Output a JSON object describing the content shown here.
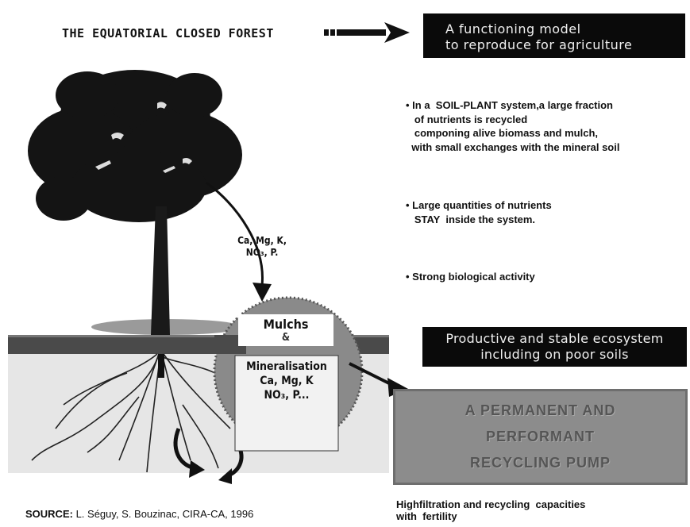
{
  "title": "THE EQUATORIAL CLOSED FOREST",
  "model_box": {
    "line1": "A functioning model",
    "line2": "to reproduce for agriculture"
  },
  "bullets": {
    "b1": "• In a  SOIL-PLANT system,a large fraction\n   of nutrients is recycled\n   componing alive biomass and mulch,\n  with small exchanges with the mineral soil",
    "b2": "• Large quantities of nutrients\n   STAY  inside the system.",
    "b3": "• Strong biological activity"
  },
  "productive_box": {
    "line1": "Productive and stable ecosystem",
    "line2": "including on poor soils"
  },
  "pump_box": {
    "line1": "A PERMANENT AND",
    "line2": "PERFORMANT",
    "line3": "RECYCLING PUMP"
  },
  "diagram_labels": {
    "nutrients_top_1": "Ca, Mg, K,",
    "nutrients_top_2": "NO₃, P.",
    "mulchs": "Mulchs",
    "amp": "&",
    "mineralisation": "Mineralisation",
    "nutrients_bottom_1": "Ca, Mg, K",
    "nutrients_bottom_2": "NO₃, P..."
  },
  "source": {
    "label": "SOURCE:",
    "text": " L. Séguy, S. Bouzinac, CIRA-CA, 1996"
  },
  "bottom_text": "Highfiltration and recycling  capacities\nwith  fertility",
  "colors": {
    "black": "#0a0a0a",
    "gray_box": "#8c8c8c",
    "soil_band": "#4a4a4a",
    "circle": "#8a8a8a"
  }
}
